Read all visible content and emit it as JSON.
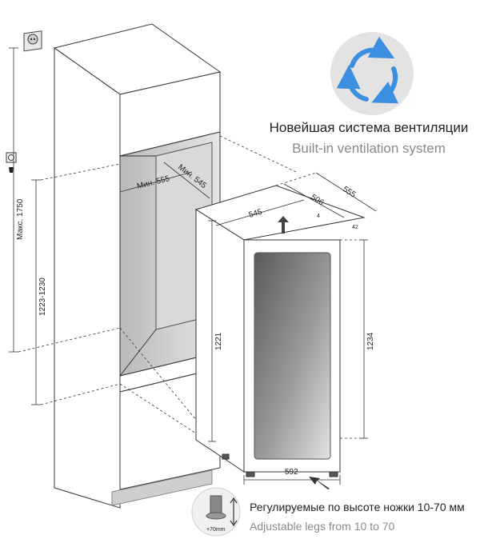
{
  "ventilation": {
    "title_ru": "Новейшая система вентиляции",
    "title_en": "Built-in ventilation system",
    "icon": "circular-arrows-icon",
    "icon_color": "#3b8fe0",
    "icon_bg": "#e3e3e3"
  },
  "legs": {
    "title_ru": "Регулируемые по высоте ножки 10-70 мм",
    "title_en": "Adjustable legs from 10 to 70",
    "badge_label": "+70mm"
  },
  "dimensions": {
    "max_height": "Макс. 1750",
    "niche_height": "1223-1230",
    "niche_width": "Мин. 555",
    "niche_depth": "Мин. 545",
    "appliance_height_side": "1221",
    "appliance_height_front": "1234",
    "appliance_width_bottom": "592",
    "appliance_top_width": "545",
    "appliance_depth_506": "506",
    "appliance_depth_555": "555",
    "gap_a": "4",
    "gap_b": "42"
  },
  "colors": {
    "glass": "#6e6e6e",
    "glass_light": "#d8d8d8",
    "line": "#333333"
  }
}
